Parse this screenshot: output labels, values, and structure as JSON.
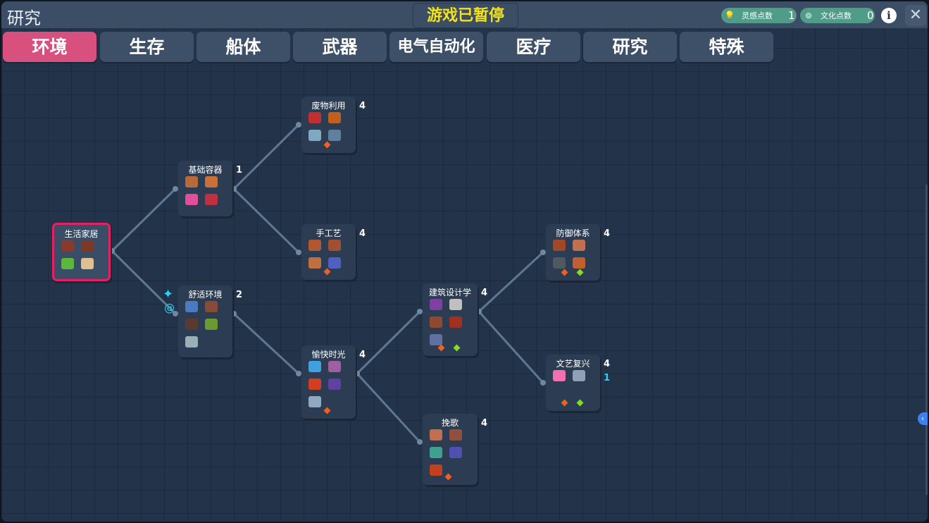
{
  "header": {
    "title": "研究",
    "status": "游戏已暂停",
    "inspiration": {
      "label": "灵感点数",
      "value": "1",
      "icon": "lightbulb-icon"
    },
    "culture": {
      "label": "文化点数",
      "value": "0",
      "icon": "scroll-icon"
    },
    "info_icon": "i",
    "close_icon": "✕"
  },
  "tabs": [
    "环境",
    "生存",
    "船体",
    "武器",
    "电气自动化",
    "医疗",
    "研究",
    "特殊"
  ],
  "active_tab": "环境",
  "nodes": [
    {
      "name": "生活家居",
      "count": "",
      "selected": true,
      "icons": [
        "#8a3a2a",
        "#7a3a28",
        "#5cb83a",
        "#e0c090"
      ]
    },
    {
      "name": "基础容器",
      "count": "1",
      "icons": [
        "#b86a3a",
        "#c8703a",
        "#e0509a",
        "#c03040"
      ]
    },
    {
      "name": "舒适环境",
      "count": "2",
      "icons": [
        "#4a7ac0",
        "#8a4a38",
        "#5a3a30",
        "#6a9a30",
        "#9ab0b8"
      ]
    },
    {
      "name": "废物利用",
      "count": "4",
      "icons": [
        "#c03030",
        "#c06020",
        "#80a8c0",
        "#6080a0"
      ],
      "diamonds": [
        "#f06020"
      ]
    },
    {
      "name": "手工艺",
      "count": "4",
      "icons": [
        "#b05830",
        "#a05030",
        "#c07040",
        "#5060c0"
      ],
      "diamonds": [
        "#f06020"
      ]
    },
    {
      "name": "愉快时光",
      "count": "4",
      "icons": [
        "#40a0e0",
        "#a060a0",
        "#d04020",
        "#6040a0",
        "#90a8c0"
      ],
      "diamonds": [
        "#f06020"
      ]
    },
    {
      "name": "建筑设计学",
      "count": "4",
      "icons": [
        "#8040a0",
        "#c0c0c0",
        "#904830",
        "#a03020",
        "#6070a0"
      ],
      "diamonds": [
        "#f06020",
        "#80e020"
      ]
    },
    {
      "name": "挽歌",
      "count": "4",
      "icons": [
        "#c07050",
        "#905040",
        "#40a090",
        "#5050b0",
        "#c04020"
      ],
      "diamonds": [
        "#f06020"
      ]
    },
    {
      "name": "防御体系",
      "count": "4",
      "icons": [
        "#a04828",
        "#c07050",
        "#505860",
        "#c06030"
      ],
      "diamonds": [
        "#f06020",
        "#80e020"
      ]
    },
    {
      "name": "文艺复兴",
      "count": "4",
      "count2": "1",
      "icons": [
        "#f070b0",
        "#90a0b8"
      ],
      "diamonds": [
        "#f06020",
        "#80e020"
      ]
    }
  ],
  "colors": {
    "accent": "#d8507e",
    "selected_border": "#e81f62",
    "paused": "#f4e21b",
    "pill": "#4f9c88"
  }
}
